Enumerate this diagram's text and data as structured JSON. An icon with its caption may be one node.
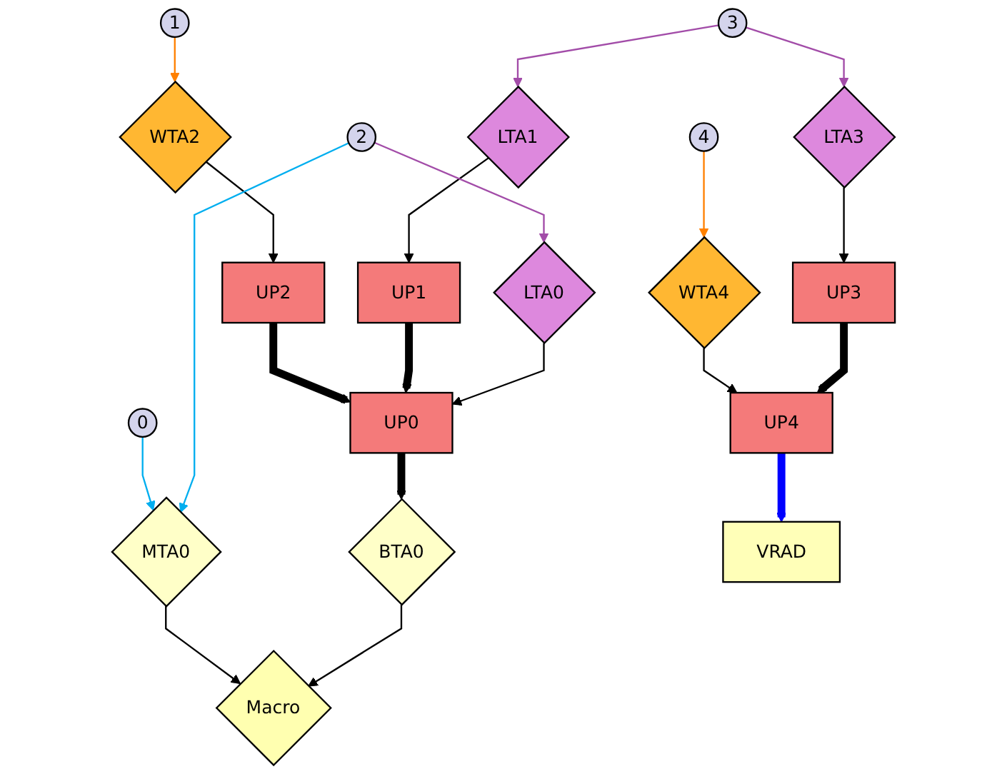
{
  "diagram": {
    "nodes": [
      {
        "text": [
          "WTA2"
        ]
      },
      {
        "text": [
          "1"
        ]
      },
      {
        "text": [
          "UP2"
        ]
      },
      {
        "text": [
          "LTA3"
        ]
      },
      {
        "text": [
          "UP3"
        ]
      },
      {
        "text": [
          "LTA1"
        ]
      },
      {
        "text": [
          "3"
        ]
      },
      {
        "text": [
          "UP1"
        ]
      },
      {
        "text": [
          "LTA0"
        ]
      },
      {
        "text": [
          "WTA4"
        ]
      },
      {
        "text": [
          "UP0"
        ]
      },
      {
        "text": [
          "UP4"
        ]
      },
      {
        "text": [
          "2"
        ]
      },
      {
        "text": [
          "4"
        ]
      },
      {
        "text": [
          "0"
        ]
      },
      {
        "text": [
          "MTA0"
        ]
      },
      {
        "text": [
          "BTA0"
        ]
      },
      {
        "text": [
          "Macro"
        ]
      },
      {
        "text": [
          "VRAD"
        ]
      }
    ],
    "edges": [
      {
        "from": 1,
        "to": 0,
        "arrow": "to",
        "color": "#ff8000"
      },
      {
        "from": 0,
        "to": 2,
        "arrow": "to"
      },
      {
        "from": 2,
        "to": 10,
        "arrow": "to",
        "style": "thick"
      },
      {
        "from": 3,
        "to": 4,
        "arrow": "to"
      },
      {
        "from": 6,
        "to": 5,
        "arrow": "to",
        "color": "#a24ca8"
      },
      {
        "from": 6,
        "to": 3,
        "arrow": "to",
        "color": "#a24ca8"
      },
      {
        "from": 5,
        "to": 7,
        "arrow": "to"
      },
      {
        "from": 7,
        "to": 10,
        "arrow": "to",
        "style": "thick"
      },
      {
        "from": 8,
        "to": 10,
        "arrow": "to"
      },
      {
        "from": 12,
        "to": 8,
        "arrow": "to",
        "color": "#a24ca8"
      },
      {
        "from": 9,
        "to": 11,
        "arrow": "to"
      },
      {
        "from": 4,
        "to": 11,
        "arrow": "to",
        "style": "thick"
      },
      {
        "from": 13,
        "to": 9,
        "arrow": "to",
        "color": "#ff8000"
      },
      {
        "from": 11,
        "to": 18,
        "arrow": "to",
        "style": "thick",
        "color": "#0000ff"
      },
      {
        "from": 14,
        "to": 15,
        "arrow": "to",
        "color": "#00aeef"
      },
      {
        "from": 12,
        "to": 15,
        "arrow": "to",
        "color": "#00aeef"
      },
      {
        "from": 10,
        "to": 16,
        "arrow": "to",
        "style": "thick"
      },
      {
        "from": 15,
        "to": 17,
        "arrow": "to"
      },
      {
        "from": 16,
        "to": 17,
        "arrow": "to"
      }
    ]
  }
}
